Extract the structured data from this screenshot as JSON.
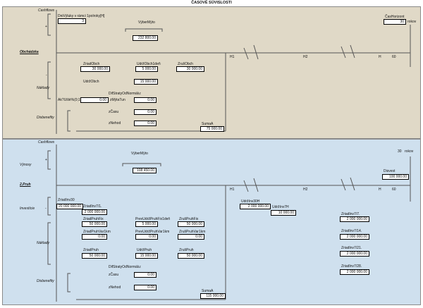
{
  "title": "ČASOVÉ SÚVISLOSTI",
  "top": {
    "cashflows": "Cashflows",
    "plus": "+",
    "minus": "-",
    "dni_label": "DniVýluky v rámci 1polroky[H]",
    "dni_value": "3",
    "vyber_label": "VýberMýto",
    "vyber_value": "232 800.00",
    "horizont_label": "ČasHorizont",
    "horizont_value": "30",
    "rokov": "rokov",
    "section": "Obchádzka",
    "h1": "H1",
    "h2": "H2",
    "h": "H",
    "sixty": "60",
    "zriad_label": "ZriadObch",
    "zriad_value": "30 000.00",
    "udrz1_label": "UdržObch1deň",
    "udrz1_value": "5 000.00",
    "zrus_label": "ZrušObch",
    "zrus_value": "30 000.00",
    "udrz_label": "UdržObch",
    "udrz_value": "15 000.00",
    "naklady": "Náklady",
    "difstraty_label": "DifStratyOdNormálu:",
    "ak_label": "Ak?Ušlé%(0;1)",
    "ak_value": "0.00",
    "zmyta_label": "zMýtaTun",
    "zmyta_value": "0.00",
    "disbenefity": "Disbenefity",
    "zcasu_label": "zČasu",
    "zcasu_value": "0.00",
    "znehod_label": "zNehod",
    "znehod_value": "0.00",
    "suma_label": "SumaA",
    "suma_value": "75 000.00"
  },
  "bottom": {
    "cashflows": "Cashflows",
    "plus": "+",
    "minus": "-",
    "vynosy": "Výnosy",
    "vyber_label": "VýberMýto",
    "vyber_value": "108 450.00",
    "thirty": "30",
    "rokov": "rokov",
    "disvest_label": "Disvest",
    "disvest_value": "100 000.00",
    "section": "2.Pruh",
    "h1": "H1",
    "h2": "H2",
    "h": "H",
    "sixty": "60",
    "investicie": "Investície",
    "zriadinv30_label": "ZriadInv30",
    "zriadinv30_value": "20 000 000.00",
    "zriadinv71_label": "ZriadInv7/1.",
    "zriadinv71_value": "2 000 000.00",
    "udrzinv30h_label": "UdržInv30H",
    "udrzinv30h_value": "2 000 000.00",
    "udrzinv7h_label": "UdržInv7H",
    "udrzinv7h_value": "10 000.00",
    "zriadinv77_label": "ZriadInv7/7.",
    "zriadinv77_value": "2 000 000.00",
    "zriadinv714_label": "ZriadInv7/14.",
    "zriadinv714_value": "2 000 000.00",
    "zriadinv721_label": "ZriadInv7/21.",
    "zriadinv721_value": "2 000 000.00",
    "zriadinv728_label": "ZriadInv7/28.",
    "zriadinv728_value": "2 000 000.00",
    "naklady": "Náklady",
    "zriadfix_label": "ZriadPruhFix",
    "zriadfix_value": "50 000.00",
    "prevfix_label": "PrevUdržPruhFix1deň",
    "prevfix_value": "5 000.00",
    "zrusfix_label": "ZrušPruhFix",
    "zrusfix_value": "50 000.00",
    "zriadvar_label": "ZriadPruhVar1km",
    "zriadvar_value": "0.00",
    "prevvar_label": "PrevUdržPruhVar1km",
    "prevvar_value": "0.00",
    "zrusvar_label": "ZrušPruhVar1km",
    "zrusvar_value": "0.00",
    "zriad_label": "ZriadPruh",
    "zriad_value": "50 000.00",
    "udrz_label": "UdržPruh",
    "udrz_value": "15 000.00",
    "zrus_label": "ZrušPruh",
    "zrus_value": "50 000.00",
    "difstraty_label": "DifStratyOdNormálu:",
    "disbenefity": "Disbenefity",
    "zcasu_label": "zČasu",
    "zcasu_value": "0.00",
    "znehod_label": "zNehod",
    "znehod_value": "0.00",
    "suma_label": "SumaA",
    "suma_value": "115 000.00"
  }
}
